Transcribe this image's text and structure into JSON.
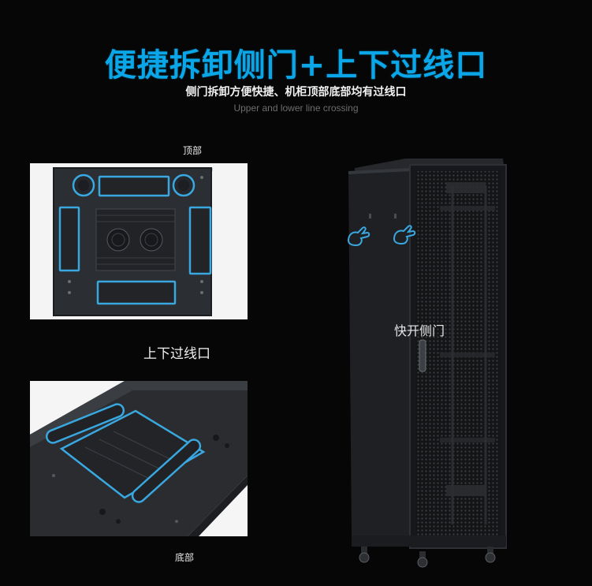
{
  "header": {
    "title": "便捷拆卸侧门+上下过线口",
    "subtitle": "侧门拆卸方便快捷、机柜顶部底部均有过线口",
    "english": "Upper and lower line crossing"
  },
  "labels": {
    "top": "顶部",
    "cable_ports": "上下过线口",
    "bottom": "底部",
    "side_door": "快开侧门"
  },
  "colors": {
    "accent": "#0aa6e8",
    "background": "#060606",
    "highlight_outline": "#3aa8e0"
  },
  "icons": [
    "hand-pointer-icon",
    "hand-pointer-icon"
  ]
}
